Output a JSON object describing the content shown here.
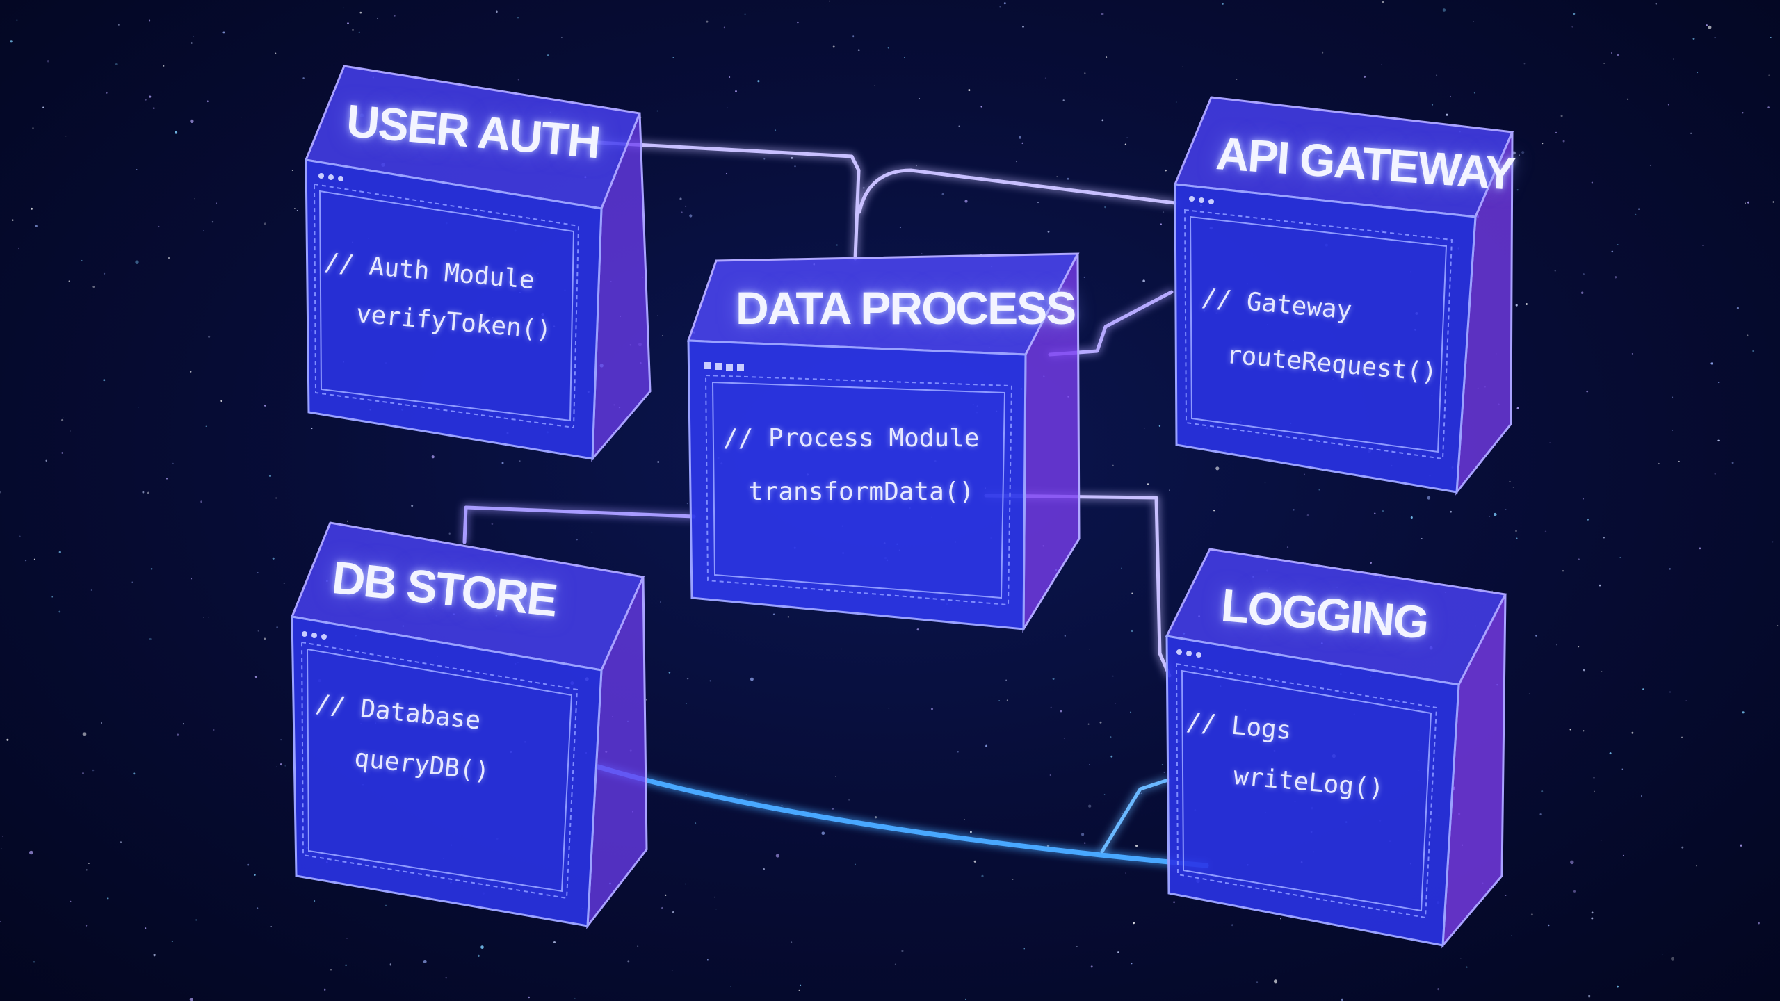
{
  "modules": {
    "user_auth": {
      "title": "USER AUTH",
      "comment": "// Auth Module",
      "call": "verifyToken()"
    },
    "data_process": {
      "title": "DATA PROCESS",
      "comment": "// Process Module",
      "call": "transformData()"
    },
    "api_gateway": {
      "title": "API GATEWAY",
      "comment": "// Gateway",
      "call": "routeRequest()"
    },
    "db_store": {
      "title": "DB STORE",
      "comment": "// Database",
      "call": "queryDB()"
    },
    "logging": {
      "title": "LOGGING",
      "comment": "// Logs",
      "call": "writeLog()"
    }
  },
  "connections": [
    {
      "from": "user_auth",
      "to": "data_process"
    },
    {
      "from": "data_process",
      "to": "api_gateway"
    },
    {
      "from": "data_process",
      "to": "api_gateway"
    },
    {
      "from": "data_process",
      "to": "db_store"
    },
    {
      "from": "data_process",
      "to": "logging"
    },
    {
      "from": "db_store",
      "to": "logging"
    }
  ],
  "colors": {
    "background": "#050a2e",
    "box_front": "#2a34e8",
    "box_top": "#4a44f0",
    "box_side": "#6a3ef0",
    "wire": "#b6aaff",
    "glow": "#8c7dff"
  }
}
